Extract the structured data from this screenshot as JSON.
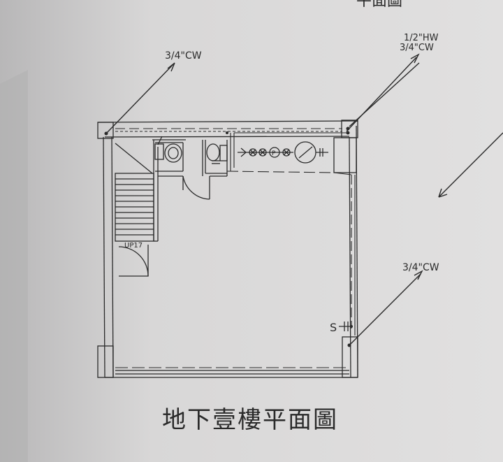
{
  "drawing": {
    "title": "地下壹樓平面圖",
    "top_fragment": "平面圖",
    "labels": {
      "cw_top_left": "3/4\"CW",
      "hw_top_right": "1/2\"HW",
      "cw_top_right": "3/4\"CW",
      "cw_right": "3/4\"CW",
      "stair": "UP17",
      "sprinkler": "S",
      "pump": "P"
    },
    "colors": {
      "paper": "#dcdbdb",
      "ink": "#2a2a2a"
    }
  }
}
